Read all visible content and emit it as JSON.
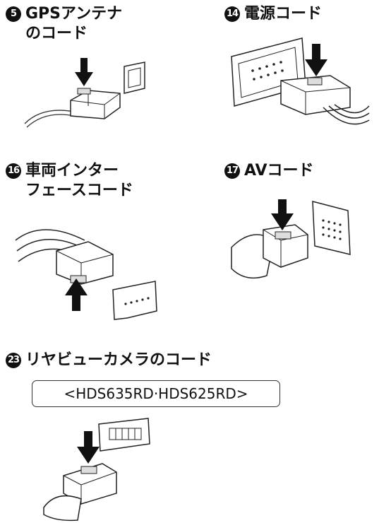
{
  "items": [
    {
      "num": "5",
      "lines": [
        "GPSアンテナ",
        "のコード"
      ]
    },
    {
      "num": "14",
      "lines": [
        "電源コード"
      ]
    },
    {
      "num": "16",
      "lines": [
        "車両インター",
        "フェースコード"
      ]
    },
    {
      "num": "17",
      "lines": [
        "AVコード"
      ]
    },
    {
      "num": "23",
      "lines": [
        "リヤビューカメラのコード"
      ]
    }
  ],
  "model_note": "<HDS635RD·HDS625RD>"
}
